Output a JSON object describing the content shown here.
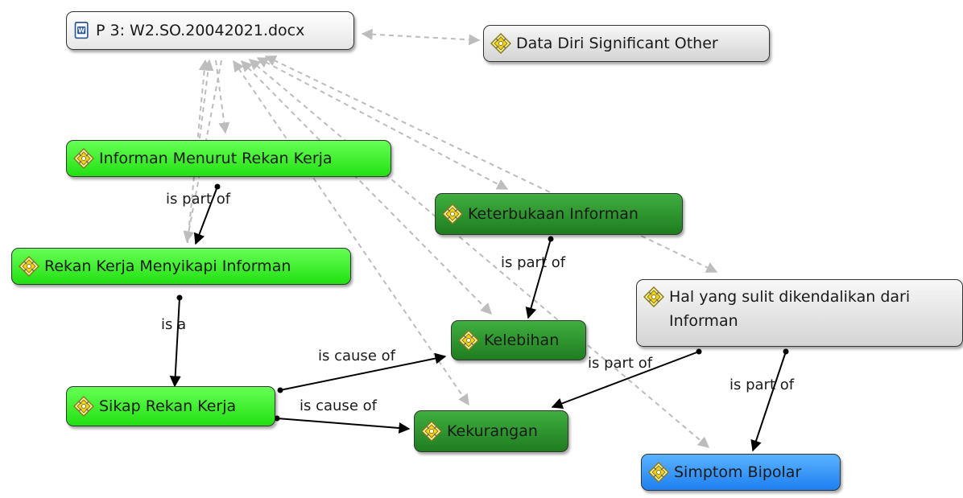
{
  "nodes": {
    "doc": "P 3: W2.SO.20042021.docx",
    "data_diri": "Data Diri Significant Other",
    "informan_menurut": "Informan Menurut Rekan Kerja",
    "keterbukaan": "Keterbukaan Informan",
    "rekan_kerja_menyikapi": "Rekan Kerja Menyikapi Informan",
    "hal_sulit": "Hal yang sulit dikendalikan dari Informan",
    "kelebihan": "Kelebihan",
    "sikap": "Sikap Rekan Kerja",
    "kekurangan": "Kekurangan",
    "simptom": "Simptom Bipolar"
  },
  "edge_labels": {
    "is_part_of_1": "is part of",
    "is_part_of_2": "is part of",
    "is_a": "is a",
    "is_cause_of_1": "is cause of",
    "is_cause_of_2": "is cause of",
    "is_part_of_3": "is part of",
    "is_part_of_4": "is part of"
  },
  "icons": {
    "document": "word-document-icon",
    "code": "code-diamond-icon"
  },
  "colors": {
    "light_green": "#33ee22",
    "dark_green": "#2a8f2b",
    "gray": "#dcdcdc",
    "blue": "#2f8ff5",
    "link_black": "#000000",
    "link_gray": "#bcbcbc"
  }
}
